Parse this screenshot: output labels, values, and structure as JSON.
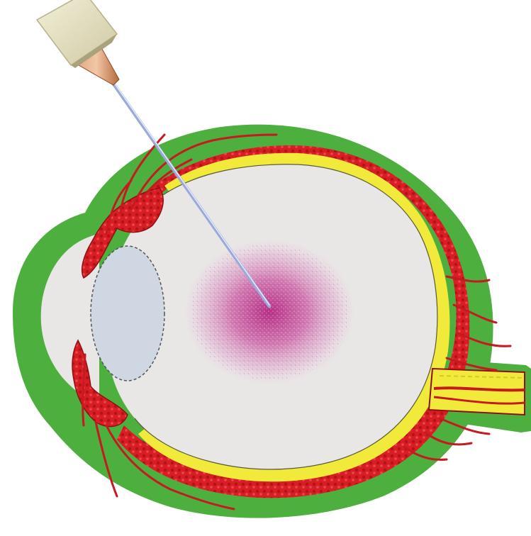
{
  "figure": {
    "subject": "eye-cross-section-intravitreal-injection",
    "colors": {
      "sclera": "#4caf3e",
      "choroid": "#d81e24",
      "choroid_dark": "#8e1014",
      "retina": "#f2ea3a",
      "vitreous": "#e9e6e6",
      "cornea": "#e9e6e6",
      "lens": "#cfd8e2",
      "injected_drug": "#c0378f",
      "needle": "#9aa9d8",
      "syringe_hub": "#d98a5a",
      "syringe_barrel": "#e8e4c6"
    },
    "parts": [
      "sclera",
      "cornea",
      "vitreous",
      "lens",
      "iris",
      "ciliary-body",
      "choroid",
      "retina",
      "optic-nerve",
      "needle",
      "syringe",
      "drug-cloud"
    ]
  }
}
